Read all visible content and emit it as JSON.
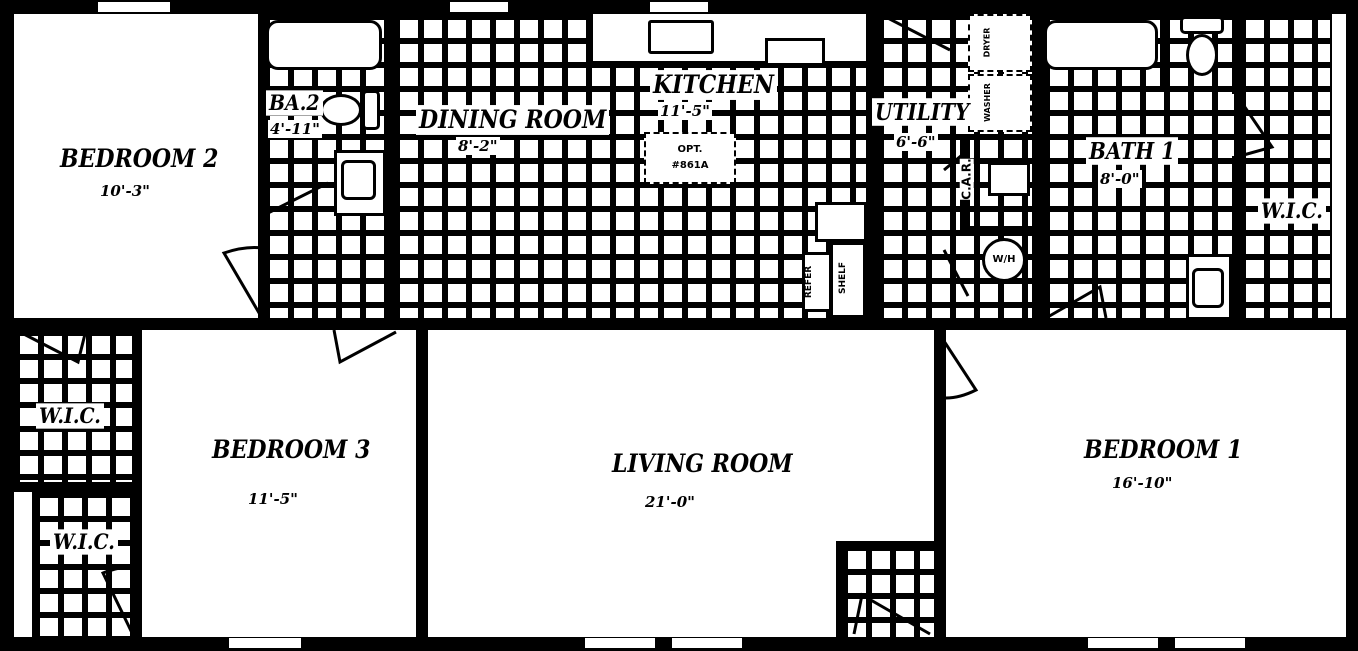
{
  "plan": {
    "colors": {
      "wall": "#000000",
      "floor": "#ffffff"
    },
    "rooms": {
      "bedroom2": {
        "name": "BEDROOM 2",
        "dim": "10'-3\""
      },
      "bath2": {
        "name": "BA.2",
        "dim": "4'-11\""
      },
      "dining": {
        "name": "DINING ROOM",
        "dim": "8'-2\""
      },
      "kitchen": {
        "name": "KITCHEN",
        "dim": "11'-5\""
      },
      "utility": {
        "name": "UTILITY",
        "dim": "6'-6\""
      },
      "bath1": {
        "name": "BATH 1",
        "dim": "8'-0\""
      },
      "wic_right": {
        "name": "W.I.C."
      },
      "wic_left_top": {
        "name": "W.I.C."
      },
      "wic_left_bottom": {
        "name": "W.I.C."
      },
      "bedroom3": {
        "name": "BEDROOM 3",
        "dim": "11'-5\""
      },
      "living": {
        "name": "LIVING ROOM",
        "dim": "21'-0\""
      },
      "bedroom1": {
        "name": "BEDROOM 1",
        "dim": "16'-10\""
      }
    },
    "fixtures": {
      "island": {
        "line1": "OPT.",
        "line2": "#861A"
      },
      "dryer": "DRYER",
      "washer": "WASHER",
      "refer": "REFER",
      "shelf": "SHELF",
      "water_heater": "W/H",
      "car": "C.A.R."
    }
  }
}
